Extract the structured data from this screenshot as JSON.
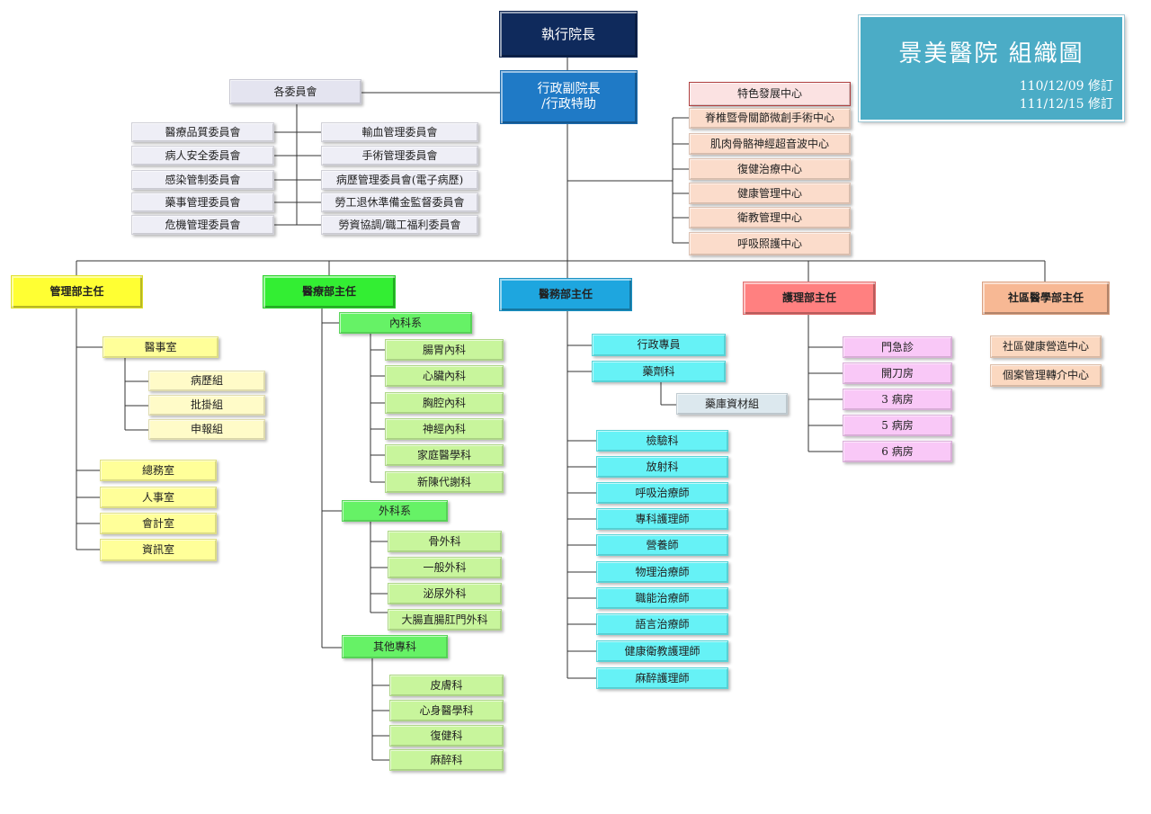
{
  "title": {
    "main": "景美醫院  組織圖",
    "rev1": "110/12/09 修訂",
    "rev2": "111/12/15 修訂"
  },
  "top": {
    "ceo": "執行院長",
    "vp": "行政副院長\n/行政特助"
  },
  "committees": {
    "header": "各委員會",
    "left": [
      "醫療品質委員會",
      "病人安全委員會",
      "感染管制委員會",
      "藥事管理委員會",
      "危機管理委員會"
    ],
    "right": [
      "輸血管理委員會",
      "手術管理委員會",
      "病歷管理委員會(電子病歷)",
      "勞工退休準備金監督委員會",
      "勞資協調/職工福利委員會"
    ]
  },
  "centers": {
    "header": "特色發展中心",
    "items": [
      "脊椎暨骨關節微創手術中心",
      "肌肉骨骼神經超音波中心",
      "復健治療中心",
      "健康管理中心",
      "衛教管理中心",
      "呼吸照護中心"
    ]
  },
  "admin": {
    "header": "管理部主任",
    "medrec": "醫事室",
    "medrec_sub": [
      "病歷組",
      "批掛組",
      "申報組"
    ],
    "offices": [
      "總務室",
      "人事室",
      "會計室",
      "資訊室"
    ]
  },
  "medical": {
    "header": "醫療部主任",
    "internal": {
      "name": "內科系",
      "items": [
        "腸胃內科",
        "心臟內科",
        "胸腔內科",
        "神經內科",
        "家庭醫學科",
        "新陳代謝科"
      ]
    },
    "surgery": {
      "name": "外科系",
      "items": [
        "骨外科",
        "一般外科",
        "泌尿外科",
        "大腸直腸肛門外科"
      ]
    },
    "other": {
      "name": "其他專科",
      "items": [
        "皮膚科",
        "心身醫學科",
        "復健科",
        "麻醉科"
      ]
    }
  },
  "affairs": {
    "header": "醫務部主任",
    "admin_staff": "行政專員",
    "pharmacy": "藥劑科",
    "pharmacy_sub": "藥庫資材組",
    "items": [
      "檢驗科",
      "放射科",
      "呼吸治療師",
      "專科護理師",
      "營養師",
      "物理治療師",
      "職能治療師",
      "語言治療師",
      "健康衛教護理師",
      "麻醉護理師"
    ]
  },
  "nursing": {
    "header": "護理部主任",
    "items": [
      "門急診",
      "開刀房",
      "3 病房",
      "5 病房",
      "6 病房"
    ]
  },
  "community": {
    "header": "社區醫學部主任",
    "items": [
      "社區健康營造中心",
      "個案管理轉介中心"
    ]
  },
  "colors": {
    "ceo": "#0f2a5c",
    "vp": "#1f7ac6",
    "committee": "#eaeaf4",
    "center": "#fbdccb",
    "admin": "#ffff33",
    "admin_sub": "#ffff99",
    "admin_subsub": "#fffbc8",
    "medical": "#33ee33",
    "medical_sub": "#66f266",
    "medical_item": "#c8f59c",
    "affairs": "#1ea6df",
    "affairs_item": "#66f2f6",
    "affairs_sub": "#dce8ee",
    "nursing": "#ff8080",
    "nursing_item": "#f9c8f7",
    "community": "#f7b894",
    "community_item": "#fbd8c0"
  }
}
